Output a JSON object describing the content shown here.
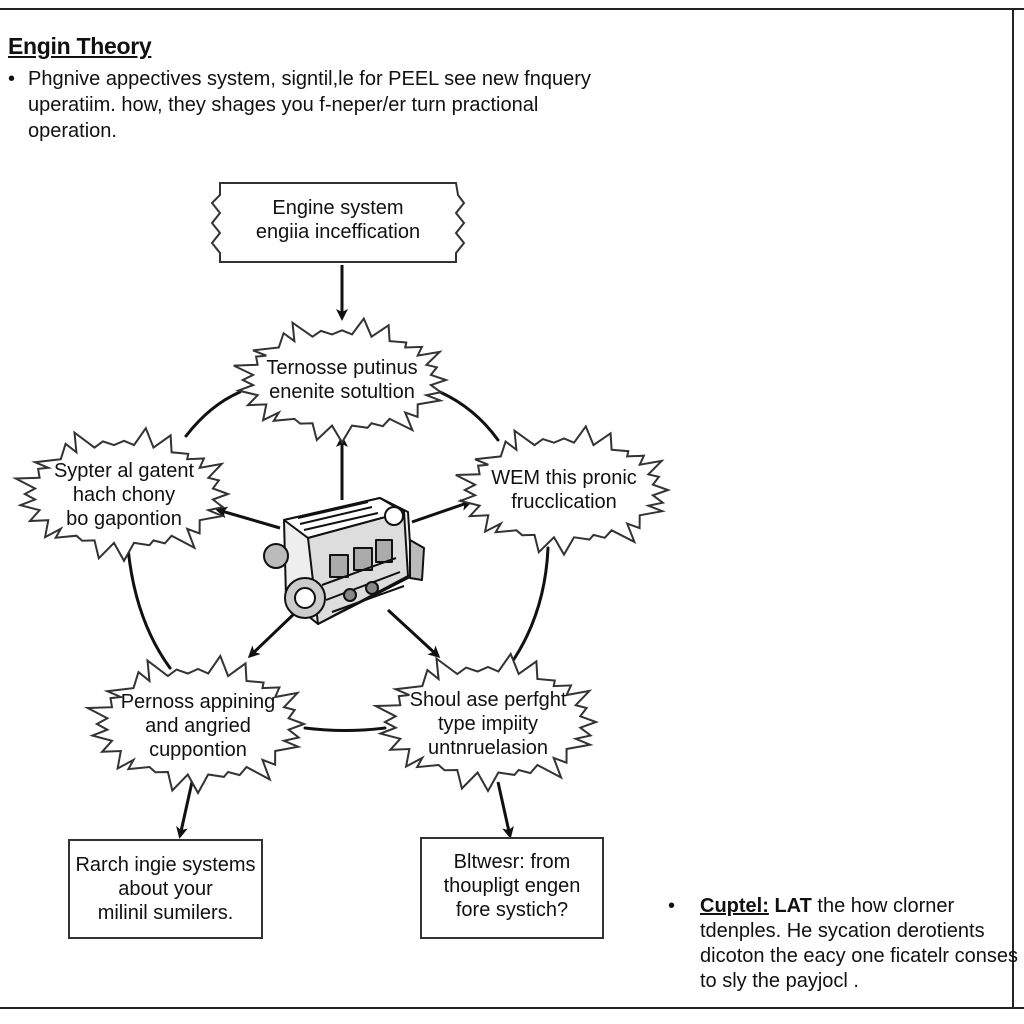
{
  "document": {
    "title": "Engin Theory",
    "intro_bullet": "•",
    "intro_text": "Phgnive appectives system, signtil,le for PEEL see new fnquery uperatiim. how, they shages you f-neper/er turn practional operation."
  },
  "diagram": {
    "top_box": [
      "Engine system",
      "engiia inceffication"
    ],
    "center_burst": [
      "Ternosse putinus",
      "enenite sotultion"
    ],
    "left_burst": [
      "Sypter al gatent",
      "hach chony",
      "bo gapontion"
    ],
    "right_burst": [
      "WEM this pronic",
      "frucclication"
    ],
    "lower_left_burst": [
      "Pernoss appining",
      "and angried",
      "cuppontion"
    ],
    "lower_right_burst": [
      "Shoul ase perfght",
      "type impiity",
      "untnruelasion"
    ],
    "bottom_left_box": [
      "Rarch ingie systems",
      "about your",
      "milinil sumilers."
    ],
    "bottom_right_box": [
      "Bltwesr: from",
      "thoupligt engen",
      "fore systich?"
    ]
  },
  "callout": {
    "bullet": "•",
    "heading": "Cuptel:",
    "lead": "LAT",
    "text": "the how clorner tdenples.  He sycation derotients dicoton the eacy one ficatelr conses to sly the payjocl ."
  }
}
